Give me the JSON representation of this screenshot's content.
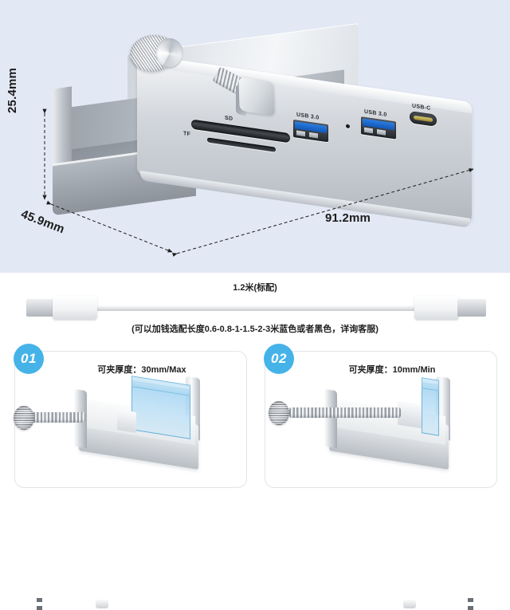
{
  "hero": {
    "dimensions": {
      "width_label": "91.2mm",
      "height_label": "25.4mm",
      "depth_label": "45.9mm"
    },
    "ports": {
      "sd": "SD",
      "tf": "TF",
      "usb_a_1": "USB 3.0",
      "usb_a_2": "USB 3.0",
      "usb_c": "USB-C"
    }
  },
  "cable": {
    "length_label": "1.2米(标配)",
    "note": "(可以加钱选配长度0.6-0.8-1-1.5-2-3米蓝色或者黑色，详询客服)"
  },
  "panels": [
    {
      "badge": "01",
      "title": "可夹厚度：30mm/Max"
    },
    {
      "badge": "02",
      "title": "可夹厚度：10mm/Min"
    }
  ],
  "colors": {
    "hero_background": "#e3e8f5",
    "badge_blue": "#45b3e8",
    "usb3_blue": "#1158b8",
    "usbc_gold": "#d8c66a",
    "panel_border": "#e2e4e7"
  }
}
